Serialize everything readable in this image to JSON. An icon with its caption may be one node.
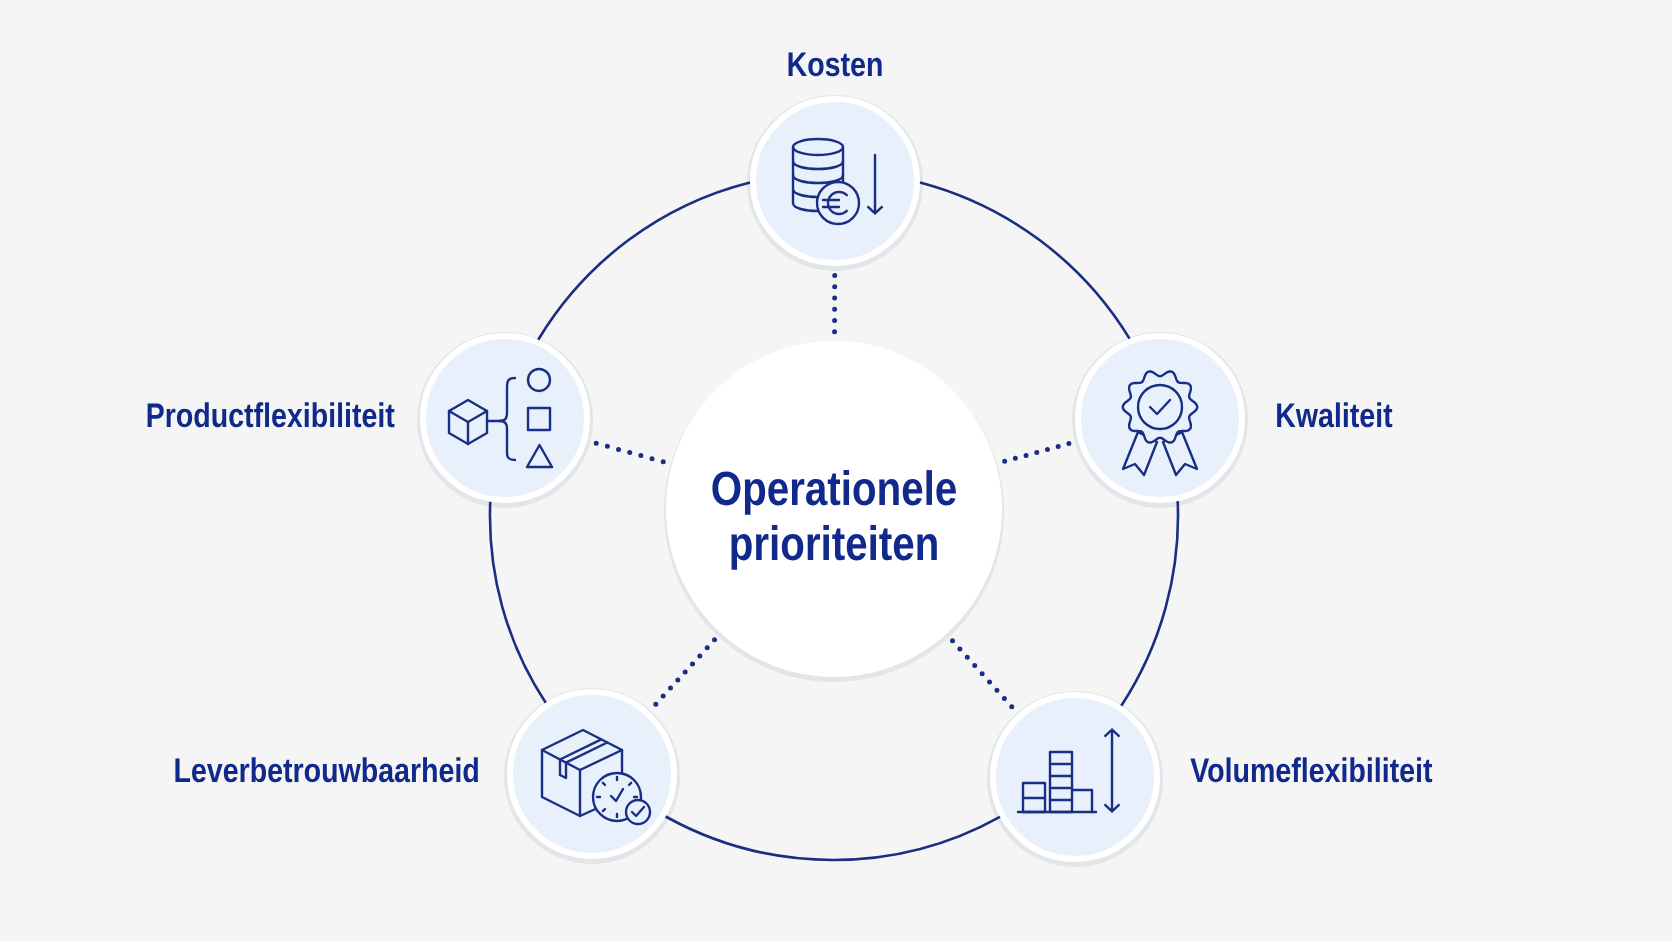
{
  "diagram": {
    "nodes": [
      {
        "text": [
          "Kosten"
        ]
      },
      {
        "text": [
          "Productflexibiliteit"
        ]
      },
      {
        "text": [
          "Operationele prioriteiten"
        ]
      },
      {
        "text": [
          "Kwaliteit"
        ]
      },
      {
        "text": [
          "Leverbetrouwbaarheid"
        ]
      },
      {
        "text": [
          "Volumeflexibiliteit"
        ]
      }
    ],
    "edges": [
      {
        "from": 2,
        "to": 0,
        "arrow": "none",
        "style": "dashed"
      },
      {
        "from": 2,
        "to": 1,
        "arrow": "none",
        "style": "dashed"
      },
      {
        "from": 2,
        "to": 3,
        "arrow": "none",
        "style": "dashed"
      },
      {
        "from": 2,
        "to": 4,
        "arrow": "none",
        "style": "dashed"
      },
      {
        "from": 2,
        "to": 5,
        "arrow": "none",
        "style": "dashed"
      },
      {
        "from": 0,
        "to": 3,
        "arrow": "none"
      },
      {
        "from": 3,
        "to": 5,
        "arrow": "none"
      },
      {
        "from": 5,
        "to": 4,
        "arrow": "none"
      },
      {
        "from": 4,
        "to": 1,
        "arrow": "none"
      },
      {
        "from": 1,
        "to": 0,
        "arrow": "none"
      }
    ]
  }
}
